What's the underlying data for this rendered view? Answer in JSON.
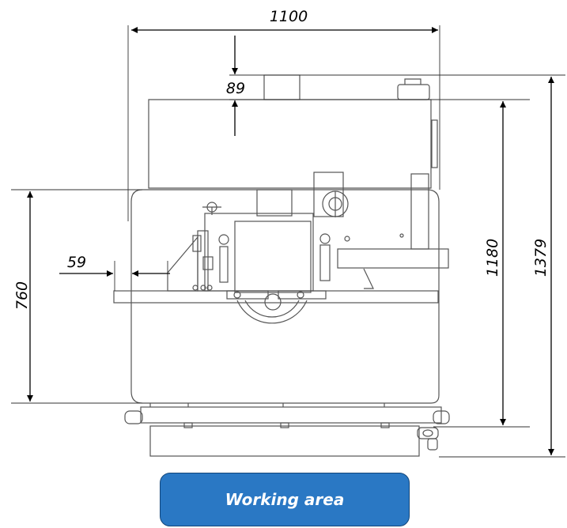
{
  "dimensions": {
    "width_total": "1100",
    "top_offset": "89",
    "table_height": "760",
    "side_offset": "59",
    "machine_height": "1180",
    "total_height": "1379"
  },
  "button": {
    "label": "Working area",
    "fill_color": "#2a78c4",
    "text_color": "#ffffff"
  }
}
